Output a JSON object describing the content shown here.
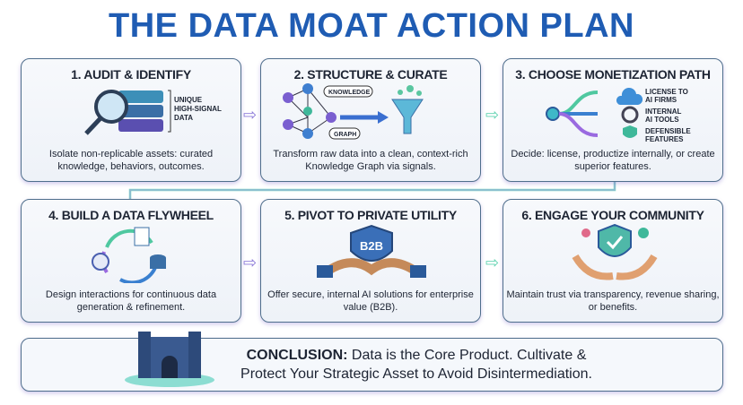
{
  "title": "THE DATA MOAT ACTION PLAN",
  "steps": [
    {
      "title": "1. AUDIT & IDENTIFY",
      "desc": "Isolate non-replicable assets: curated knowledge, behaviors, outcomes.",
      "labels": [
        "UNIQUE",
        "HIGH-SIGNAL",
        "DATA"
      ]
    },
    {
      "title": "2. STRUCTURE & CURATE",
      "desc": "Transform raw data into a clean, context-rich Knowledge Graph via signals.",
      "labels": [
        "KNOWLEDGE",
        "GRAPH"
      ]
    },
    {
      "title": "3. CHOOSE MONETIZATION PATH",
      "desc": "Decide: license, productize internally, or create superior features.",
      "labels": [
        "LICENSE TO",
        "AI FIRMS",
        "INTERNAL",
        "AI TOOLS",
        "DEFENSIBLE",
        "FEATURES"
      ]
    },
    {
      "title": "4. BUILD A DATA FLYWHEEL",
      "desc": "Design interactions for continuous data generation & refinement."
    },
    {
      "title": "5. PIVOT TO PRIVATE UTILITY",
      "desc": "Offer secure, internal AI solutions for enterprise value (B2B).",
      "labels": [
        "B2B"
      ]
    },
    {
      "title": "6. ENGAGE YOUR COMMUNITY",
      "desc": "Maintain trust via transparency, revenue sharing, or benefits."
    }
  ],
  "conclusion": {
    "label": "CONCLUSION:",
    "text": " Data is the Core Product. Cultivate & Protect Your Strategic Asset to Avoid Disintermediation."
  },
  "colors": {
    "title": "#1f5cb3",
    "accent": "#8a78d8",
    "teal": "#3fc7a8"
  }
}
